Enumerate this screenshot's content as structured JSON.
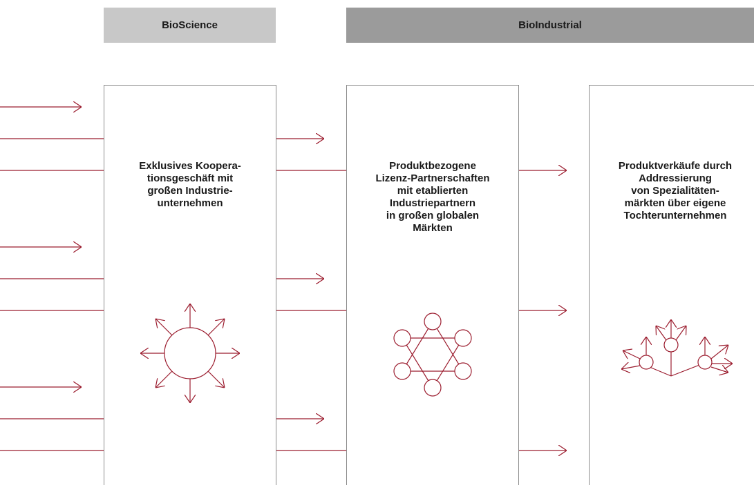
{
  "headers": {
    "bioscience": "BioScience",
    "bioindustrial": "BioIndustrial"
  },
  "boxes": [
    {
      "text": "Exklusives Koopera-\ntionsgeschäft mit\ngroßen Industrie-\nunternehmen",
      "icon": "radiating-circle-icon"
    },
    {
      "text": "Produktbezogene\nLizenz-Partnerschaften\nmit etablierten\nIndustriepartnern\nin großen globalen\nMärkten",
      "icon": "star-network-icon"
    },
    {
      "text": "Produktverkäufe durch\nAddressierung\nvon Spezialitäten-\nmärkten über eigene\nTochterunternehmen",
      "icon": "branching-tree-icon"
    }
  ],
  "colors": {
    "accent": "#9b1c2e",
    "bioscience_header": "#c8c8c8",
    "bioindustrial_header": "#9b9b9b",
    "box_border": "#8a8a8a"
  }
}
